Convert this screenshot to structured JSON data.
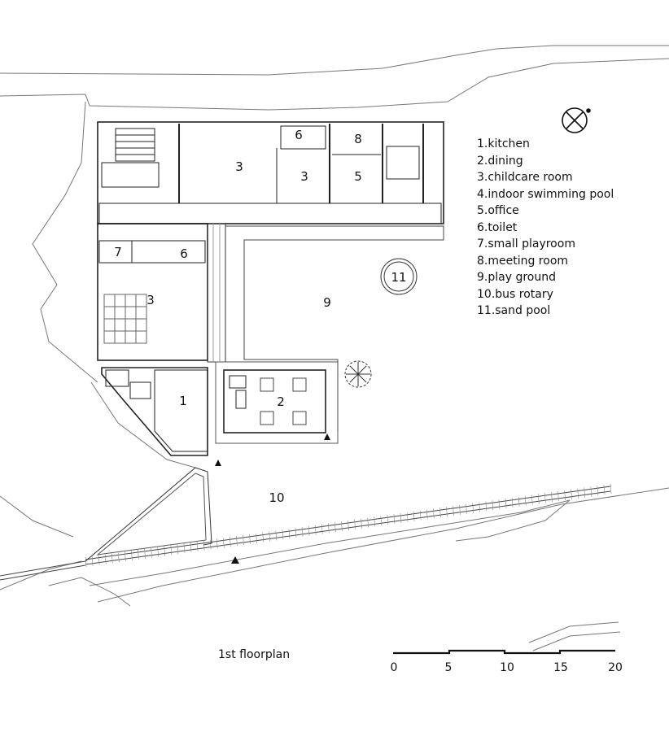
{
  "legend": [
    "1.kitchen",
    "2.dining",
    "3.childcare room",
    "4.indoor swimming pool",
    "5.office",
    "6.toilet",
    "7.small playroom",
    "8.meeting room",
    "9.play ground",
    "10.bus rotary",
    "11.sand pool"
  ],
  "room_numbers": {
    "kitchen": "1",
    "dining": "2",
    "childcare_a": "3",
    "childcare_b": "3",
    "childcare_c": "3",
    "office": "5",
    "toilet_a": "6",
    "toilet_b": "6",
    "small_playroom": "7",
    "meeting_room": "8",
    "playground": "9",
    "bus_rotary": "10",
    "sand_pool": "11"
  },
  "caption": "1st floorplan",
  "scale": [
    "0",
    "5",
    "10",
    "15",
    "20"
  ],
  "north_icon": "north-arrow-icon",
  "entrance_icon": "entrance-triangle-icon"
}
